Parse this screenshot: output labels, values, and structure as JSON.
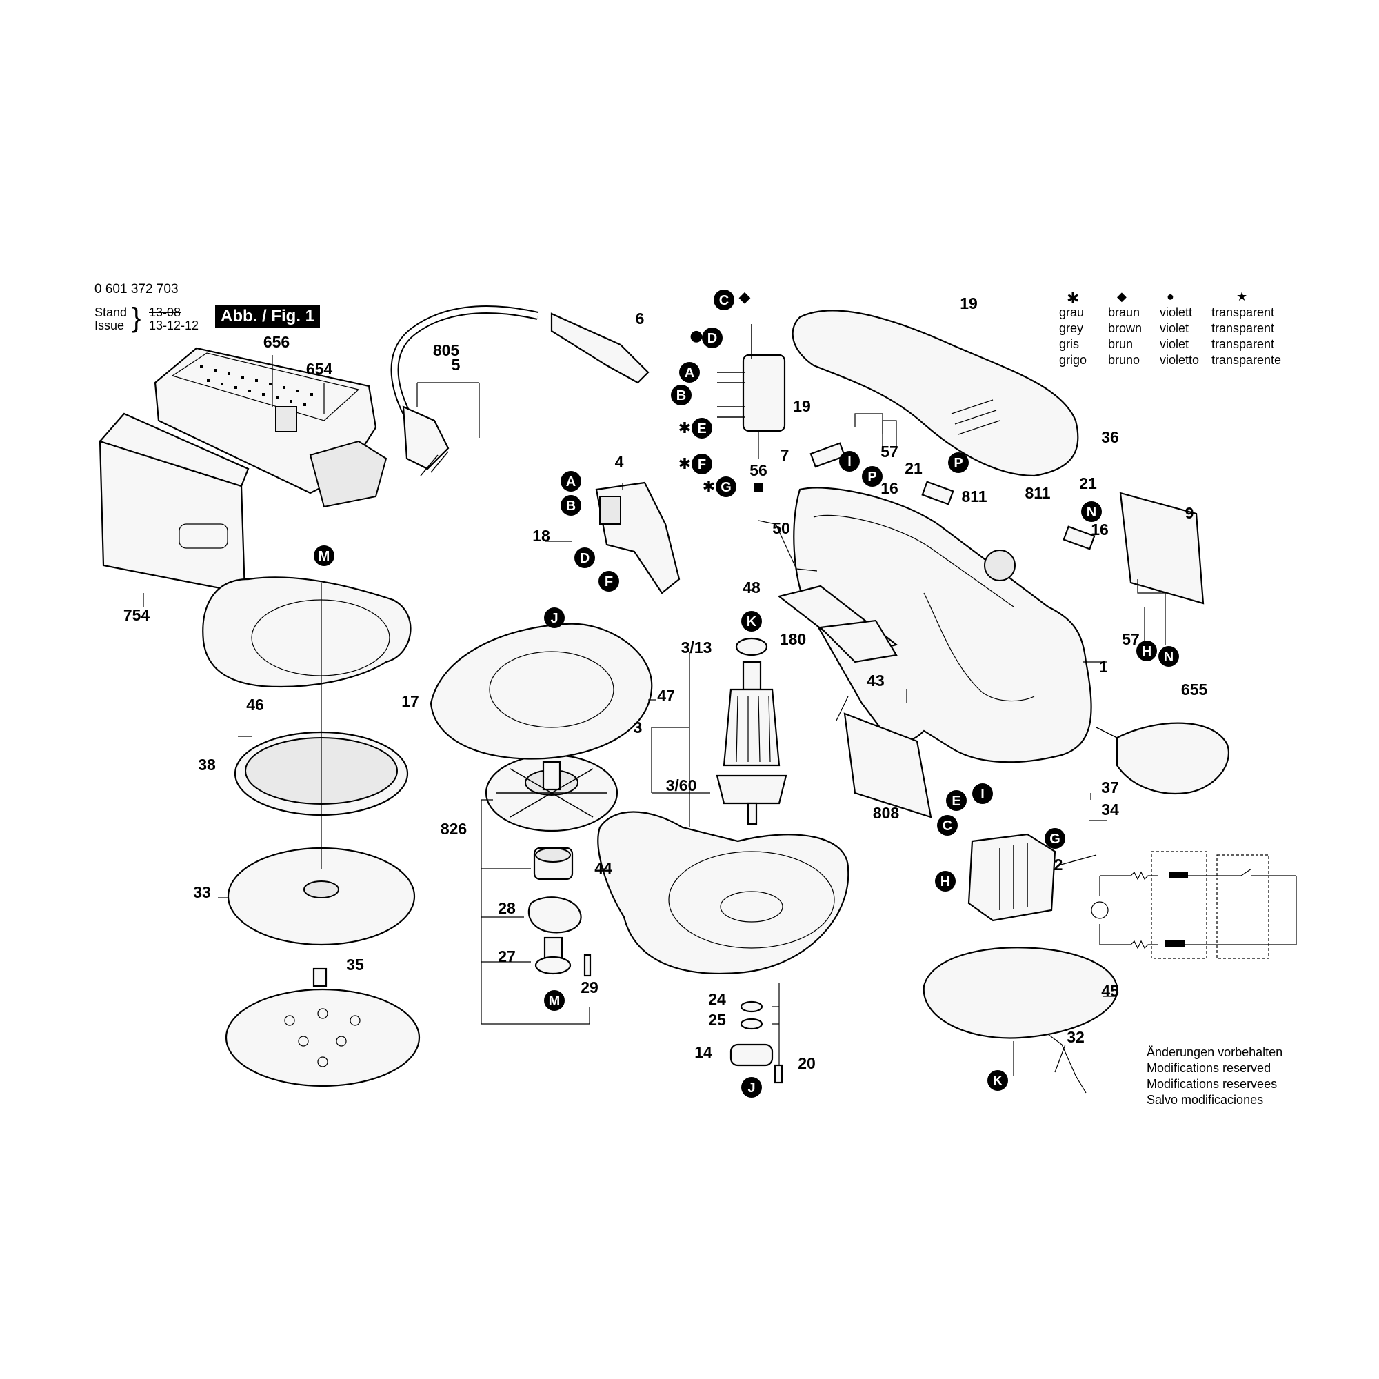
{
  "header": {
    "part_number": "0 601 372 703",
    "stand_label": "Stand",
    "issue_label": "Issue",
    "stand_date": "13-08",
    "issue_date": "13-12-12",
    "figure_label": "Abb. / Fig. 1"
  },
  "color_legend": {
    "columns": [
      {
        "symbol": "✱",
        "de": "grau",
        "en": "grey",
        "fr": "gris",
        "es": "grigo"
      },
      {
        "symbol": "◆",
        "de": "braun",
        "en": "brown",
        "fr": "brun",
        "es": "bruno"
      },
      {
        "symbol": "●",
        "de": "violett",
        "en": "violet",
        "fr": "violet",
        "es": "violetto"
      },
      {
        "symbol": "★",
        "de": "transparent",
        "en": "transparent",
        "fr": "transparent",
        "es": "transparente"
      }
    ]
  },
  "footer_notes": [
    "Änderungen vorbehalten",
    "Modifications reserved",
    "Modifications reservees",
    "Salvo modificaciones"
  ],
  "part_labels": [
    "656",
    "654",
    "754",
    "805",
    "5",
    "6",
    "4",
    "18",
    "56",
    "19",
    "7",
    "57",
    "21",
    "16",
    "811",
    "9",
    "36",
    "1",
    "655",
    "37",
    "34",
    "808",
    "2",
    "45",
    "32",
    "50",
    "48",
    "180",
    "43",
    "3/13",
    "3",
    "3/60",
    "826",
    "28",
    "27",
    "29",
    "44",
    "47",
    "46",
    "17",
    "38",
    "33",
    "35",
    "24",
    "25",
    "14",
    "20"
  ],
  "connector_labels": [
    "A",
    "B",
    "C",
    "D",
    "E",
    "F",
    "G",
    "H",
    "I",
    "J",
    "K",
    "M",
    "N",
    "P"
  ],
  "colors": {
    "ink": "#000000",
    "paper": "#ffffff",
    "part_fill": "#f7f7f7"
  }
}
